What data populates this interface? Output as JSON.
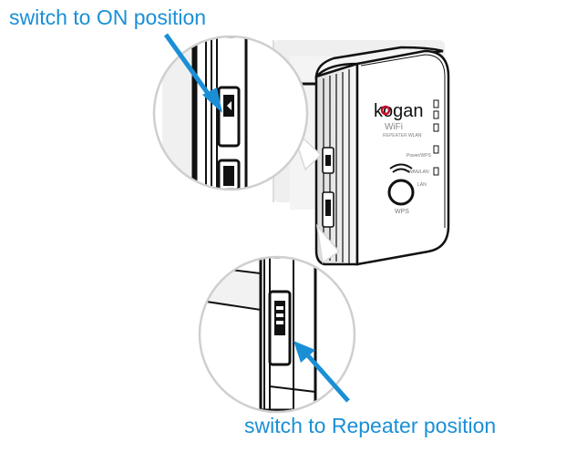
{
  "captions": {
    "top": "switch to ON position",
    "bottom": "switch to Repeater position"
  },
  "device": {
    "brand": "kogan",
    "wifi_text": "WiFi",
    "sub_text": "REPEATER",
    "button_label": "WPS",
    "led_labels": [
      "WLAN",
      "Power/WPS",
      "WAN/LAN",
      "LAN"
    ]
  },
  "colors": {
    "accent": "#1a8fd6",
    "brand_red": "#c8102e",
    "line": "#111111",
    "gray_panel": "#e9e9e9"
  },
  "icons": [
    "arrow-icon",
    "power-switch-icon",
    "mode-switch-icon",
    "wps-button-icon"
  ]
}
